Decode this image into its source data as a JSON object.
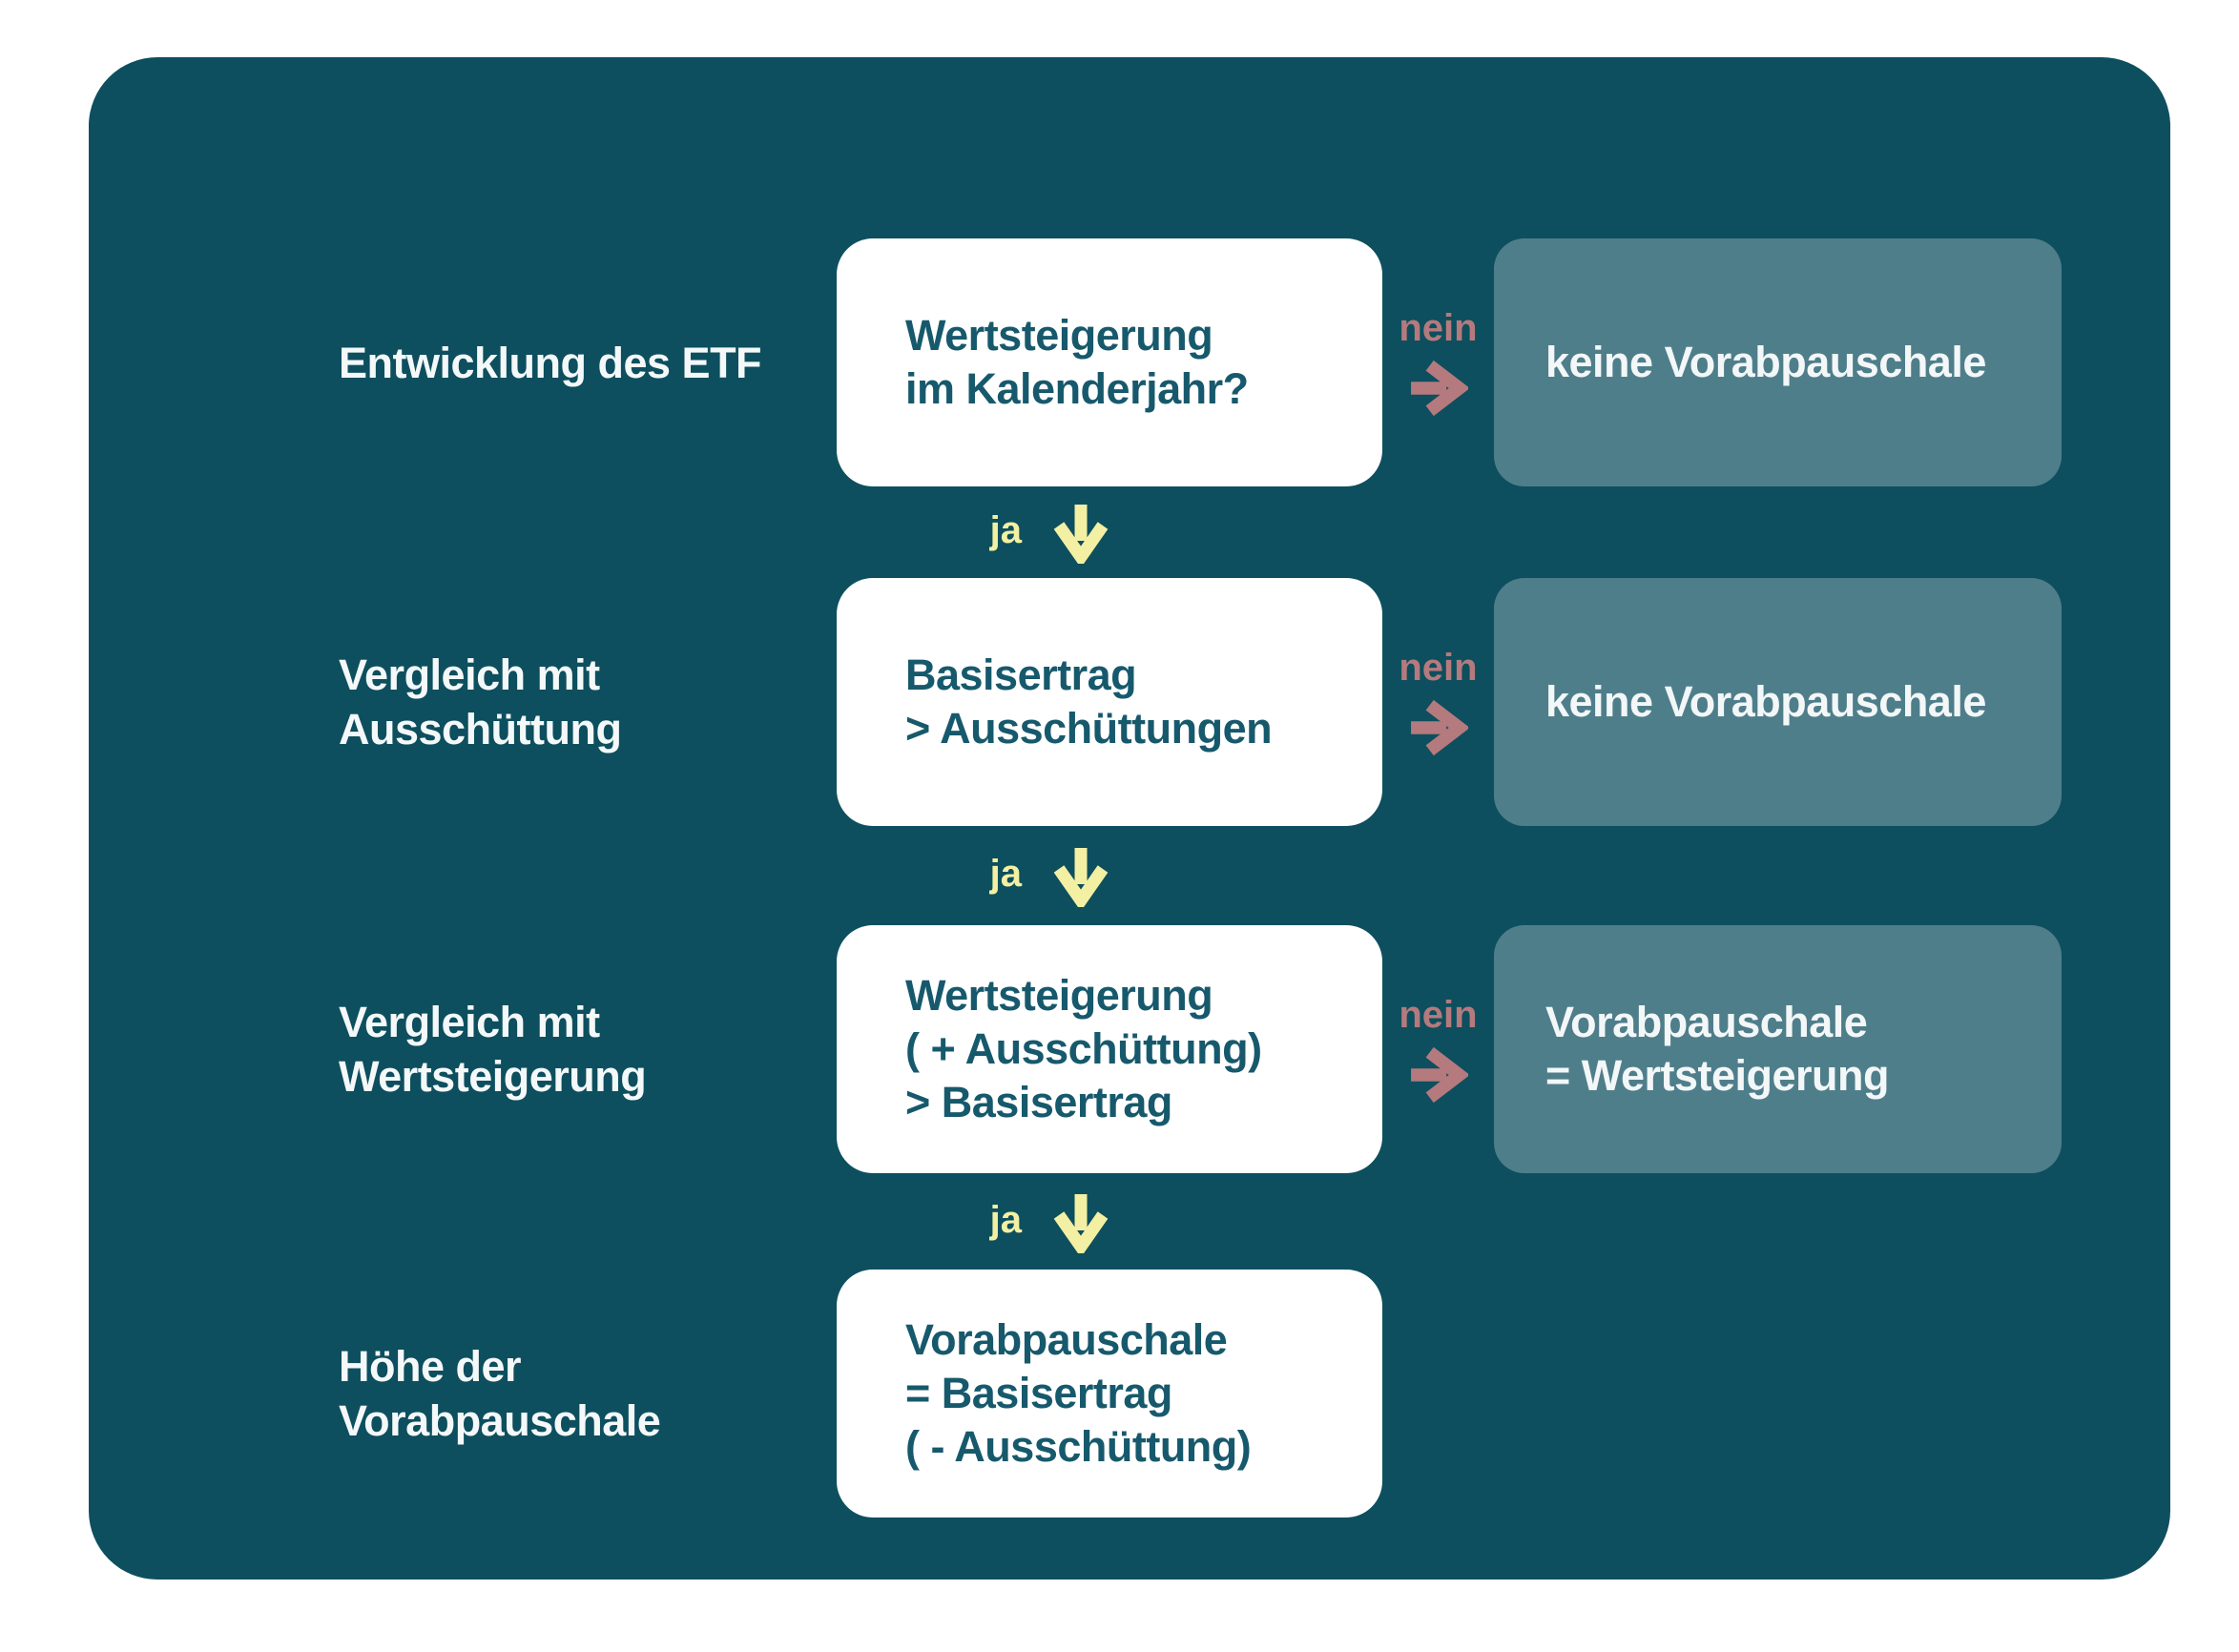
{
  "colors": {
    "page_bg": "#ffffff",
    "panel_bg": "#0D4F5E",
    "card_bg": "#ffffff",
    "card_text": "#17596C",
    "result_bg": "#4F7E8B",
    "result_text": "#F3F7F8",
    "label_text": "#F4F8F9",
    "no_color": "#B57A7D",
    "yes_color": "#F3F0A3"
  },
  "rows": [
    {
      "label_lines": [
        "Entwicklung des ETF"
      ],
      "question_lines": [
        "Wertsteigerung",
        "im Kalenderjahr?"
      ],
      "no_label": "nein",
      "result_lines": [
        "keine Vorabpauschale"
      ],
      "yes_label": "ja"
    },
    {
      "label_lines": [
        "Vergleich mit",
        "Ausschüttung"
      ],
      "question_lines": [
        "Basisertrag",
        "> Ausschüttungen"
      ],
      "no_label": "nein",
      "result_lines": [
        "keine Vorabpauschale"
      ],
      "yes_label": "ja"
    },
    {
      "label_lines": [
        "Vergleich mit",
        "Wertsteigerung"
      ],
      "question_lines": [
        "Wertsteigerung",
        "( + Ausschüttung)",
        "> Basisertrag"
      ],
      "no_label": "nein",
      "result_lines": [
        "Vorabpauschale",
        "= Wertsteigerung"
      ],
      "yes_label": "ja"
    },
    {
      "label_lines": [
        "Höhe der",
        "Vorabpauschale"
      ],
      "question_lines": [
        "Vorabpauschale",
        "= Basisertrag",
        "( - Ausschüttung)"
      ]
    }
  ]
}
